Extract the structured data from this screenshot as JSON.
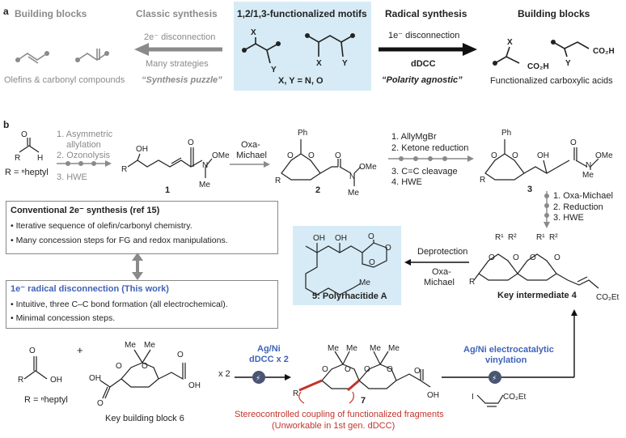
{
  "panel_a": {
    "label": "a",
    "left_title": "Building blocks",
    "left_caption": "Olefins & carbonyl compounds",
    "classic_title": "Classic synthesis",
    "classic_disconnection": "2e⁻ disconnection",
    "classic_strategies": "Many strategies",
    "classic_puzzle": "“Synthesis puzzle”",
    "center_title": "1,2/1,3-functionalized motifs",
    "center_caption": "X, Y = N, O",
    "radical_title": "Radical synthesis",
    "radical_disconnection": "1e⁻ disconnection",
    "radical_method": "dDCC",
    "radical_tagline": "“Polarity agnostic”",
    "right_title": "Building blocks",
    "right_caption": "Functionalized carboxylic acids",
    "atom_x": "X",
    "atom_y": "Y",
    "co2h": "CO₂H"
  },
  "panel_b": {
    "label": "b",
    "r_def": "R = ⁿheptyl",
    "step1_lines": [
      "1. Asymmetric",
      "allylation",
      "2. Ozonolysis",
      "3. HWE"
    ],
    "oxa_michael": [
      "Oxa-",
      "Michael"
    ],
    "step3_lines": [
      "1. AllyMgBr",
      "2. Ketone reduction",
      "3. C=C cleavage",
      "4. HWE"
    ],
    "step4_lines": [
      "1. Oxa-Michael",
      "2. Reduction",
      "3. HWE"
    ],
    "cmpd1": "1",
    "cmpd2": "2",
    "cmpd3": "3",
    "key_intermediate": "Key intermediate 4",
    "deprotection": "Deprotection",
    "oxa_michael2": [
      "Oxa-",
      "Michael"
    ],
    "target": "5: Polyrhacitide A",
    "conventional_title": "Conventional 2e⁻ synthesis (ref 15)",
    "conventional_points": [
      "• Iterative sequence of olefin/carbonyl chemistry.",
      "• Many concession steps for FG and redox manipulations."
    ],
    "radical_box_title": "1e⁻ radical disconnection (This work)",
    "radical_box_points": [
      "• Intuitive, three C–C bond formation (all electrochemical).",
      "• Minimal concession steps."
    ],
    "r_def2": "R = ⁿheptyl",
    "plus": "+",
    "times2": "x 2",
    "building_block": "Key building block 6",
    "agni_label": [
      "Ag/Ni",
      "dDCC x 2"
    ],
    "vinylation_label": [
      "Ag/Ni electrocatalytic",
      "vinylation"
    ],
    "cmpd7": "7",
    "stereo_caption": [
      "Stereocontrolled coupling of functionalized fragments",
      "(Unworkable in 1st gen. dDCC)"
    ],
    "vinyl_reagent": "CO₂Et",
    "atoms": {
      "O": "O",
      "OH": "OH",
      "Ph": "Ph",
      "N": "N",
      "OMe": "OMe",
      "Me": "Me",
      "R": "R",
      "H": "H",
      "I": "I",
      "R1": "R¹",
      "R2": "R²",
      "CO2Et": "CO₂Et"
    }
  },
  "colors": {
    "center_box": "#d6ebf5",
    "target_box": "#d6ebf5",
    "radical_box_title": "#3f63b8",
    "red_text": "#c2342b",
    "grey_arrow": "#8a8a8a",
    "black_arrow": "#111111"
  }
}
